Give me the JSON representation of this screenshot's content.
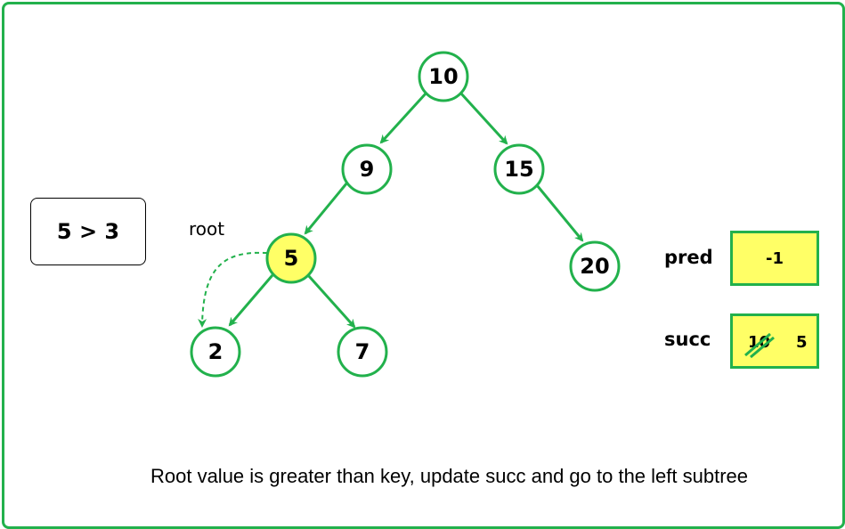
{
  "tree": {
    "nodes": [
      {
        "id": "n10",
        "label": "10",
        "highlighted": false
      },
      {
        "id": "n9",
        "label": "9",
        "highlighted": false
      },
      {
        "id": "n15",
        "label": "15",
        "highlighted": false
      },
      {
        "id": "n5",
        "label": "5",
        "highlighted": true
      },
      {
        "id": "n20",
        "label": "20",
        "highlighted": false
      },
      {
        "id": "n2",
        "label": "2",
        "highlighted": false
      },
      {
        "id": "n7",
        "label": "7",
        "highlighted": false
      }
    ],
    "edges": [
      [
        "n10",
        "n9"
      ],
      [
        "n10",
        "n15"
      ],
      [
        "n9",
        "n5"
      ],
      [
        "n15",
        "n20"
      ],
      [
        "n5",
        "n2"
      ],
      [
        "n5",
        "n7"
      ]
    ],
    "root_pointer_label": "root"
  },
  "comparison": "5 > 3",
  "pred": {
    "label": "pred",
    "value": "-1"
  },
  "succ": {
    "label": "succ",
    "old_value": "10",
    "value": "5"
  },
  "caption": "Root value is greater than key, update succ and go to the left subtree",
  "colors": {
    "accent": "#22b14c",
    "highlight": "#ffff66"
  }
}
